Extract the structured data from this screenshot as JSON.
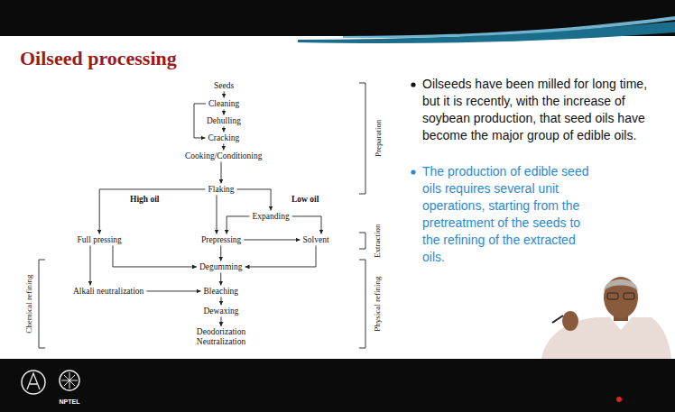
{
  "diagram": {
    "title": "Oilseed processing",
    "nodes": [
      {
        "text": [
          "Seeds"
        ]
      },
      {
        "text": [
          "Cleaning"
        ]
      },
      {
        "text": [
          "Dehulling"
        ]
      },
      {
        "text": [
          "Cracking"
        ]
      },
      {
        "text": [
          "Cooking/Conditioning"
        ]
      },
      {
        "text": [
          "Flaking"
        ]
      },
      {
        "text": [
          "Expanding"
        ]
      },
      {
        "text": [
          "Full pressing"
        ]
      },
      {
        "text": [
          "Prepressing"
        ]
      },
      {
        "text": [
          "Solvent"
        ]
      },
      {
        "text": [
          "Degumming"
        ]
      },
      {
        "text": [
          "Alkali neutralization"
        ]
      },
      {
        "text": [
          "Bleaching"
        ]
      },
      {
        "text": [
          "Dewaxing"
        ]
      },
      {
        "text": [
          "Deodorization Neutralization"
        ]
      }
    ],
    "edges": [
      {
        "from": 0,
        "to": 1,
        "arrow": "to"
      },
      {
        "from": 1,
        "to": 2,
        "arrow": "to"
      },
      {
        "from": 2,
        "to": 3,
        "arrow": "to"
      },
      {
        "from": 3,
        "to": 4,
        "arrow": "to"
      },
      {
        "from": 1,
        "to": 3,
        "arrow": "to"
      },
      {
        "from": 4,
        "to": 5,
        "arrow": "to"
      },
      {
        "from": 5,
        "to": 7,
        "arrow": "to"
      },
      {
        "from": 5,
        "to": 8,
        "arrow": "to"
      },
      {
        "from": 5,
        "to": 6,
        "arrow": "to"
      },
      {
        "from": 6,
        "to": 8,
        "arrow": "to"
      },
      {
        "from": 6,
        "to": 9,
        "arrow": "to"
      },
      {
        "from": 8,
        "to": 9,
        "arrow": "to"
      },
      {
        "from": 7,
        "to": 10,
        "arrow": "to"
      },
      {
        "from": 8,
        "to": 10,
        "arrow": "to"
      },
      {
        "from": 9,
        "to": 10,
        "arrow": "to"
      },
      {
        "from": 7,
        "to": 11,
        "arrow": "to"
      },
      {
        "from": 10,
        "to": 12,
        "arrow": "to"
      },
      {
        "from": 11,
        "to": 12,
        "arrow": "to"
      },
      {
        "from": 12,
        "to": 13,
        "arrow": "to"
      },
      {
        "from": 13,
        "to": 14,
        "arrow": "to"
      }
    ],
    "labels": [
      "High oil",
      "Low oil",
      "Preparation",
      "Extraction",
      "Physical refining",
      "Chemical refining",
      "Oilseeds have been milled for long time, but it is recently, with the increase of soybean production, that seed oils have become the major group of edible oils.",
      "The production of edible seed oils requires several unit operations, starting from the pretreatment of the seeds to the refining of the extracted oils.",
      "NPTEL"
    ]
  }
}
